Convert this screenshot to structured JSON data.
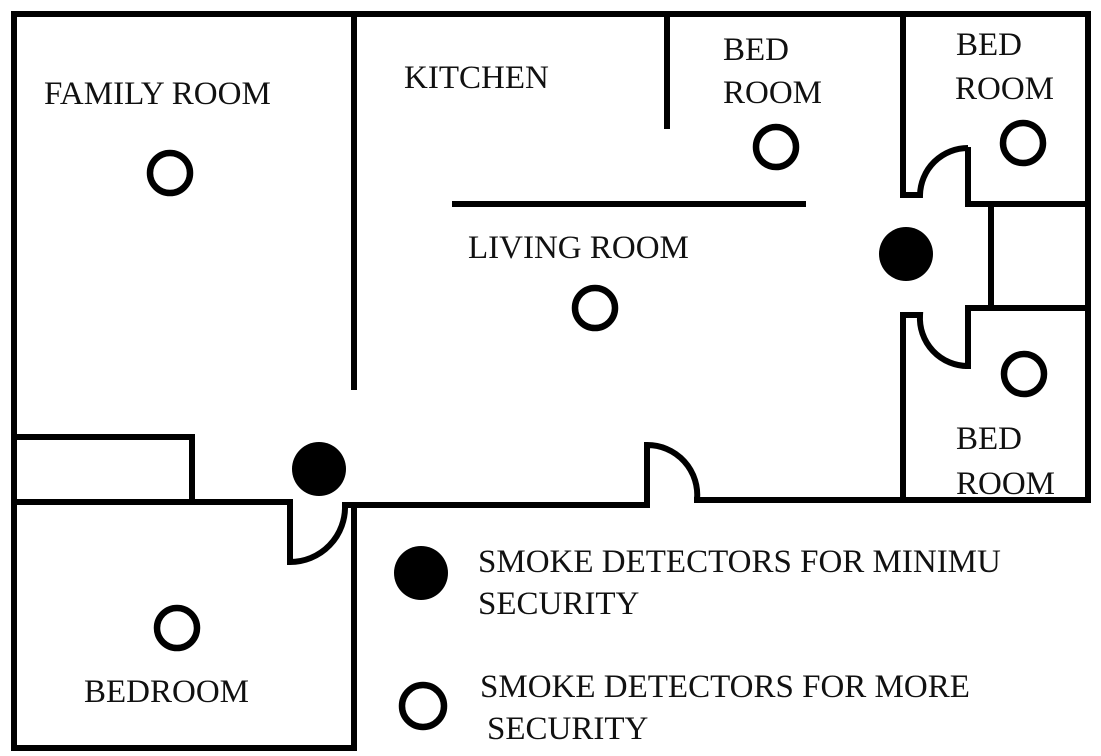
{
  "rooms": {
    "family_room": "FAMILY ROOM",
    "kitchen": "KITCHEN",
    "bedroom_top_middle": [
      "BED",
      "ROOM"
    ],
    "bedroom_top_right": [
      "BED",
      "ROOM"
    ],
    "living_room": "LIVING ROOM",
    "bedroom_right": [
      "BED",
      "ROOM"
    ],
    "bedroom_bottom_left": "BEDROOM"
  },
  "legend": {
    "minimum": [
      "SMOKE DETECTORS FOR MINIMU",
      "SECURITY"
    ],
    "more": [
      "SMOKE DETECTORS FOR MORE",
      "SECURITY"
    ]
  },
  "detectors": {
    "minimum_count": 2,
    "more_count": 6
  }
}
